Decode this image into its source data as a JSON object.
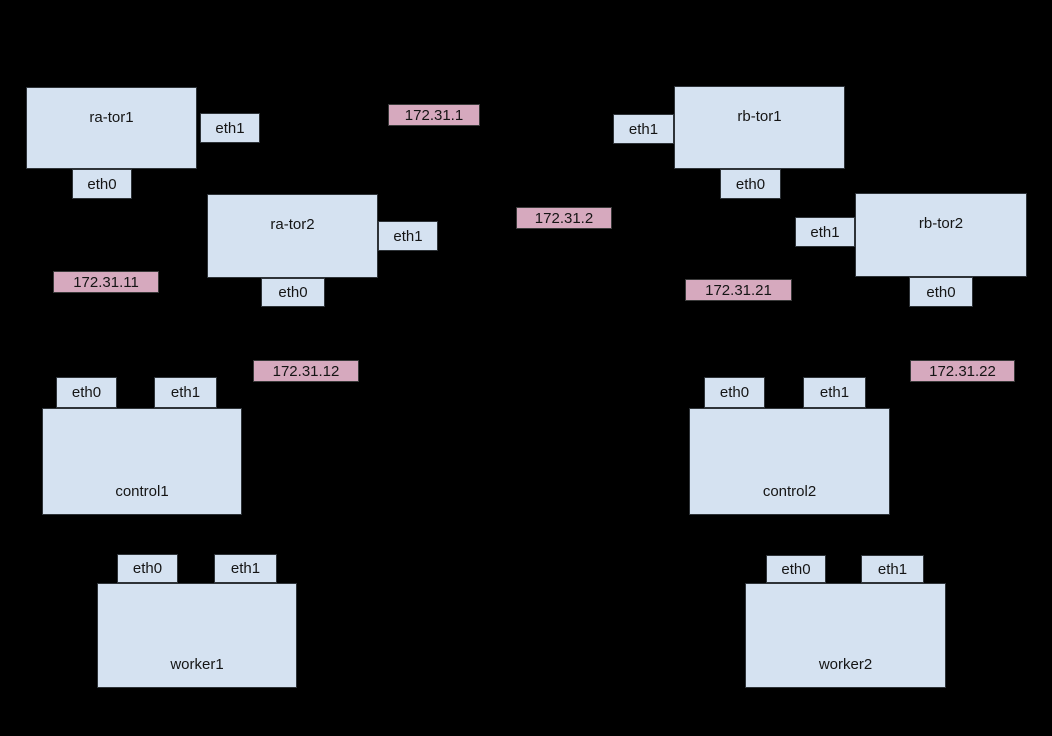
{
  "colors": {
    "background": "#000000",
    "node_fill": "#d5e2f1",
    "node_border": "#2e3338",
    "ip_fill": "#d6a9be",
    "ip_border": "#3a3a3a",
    "text": "#151515"
  },
  "interfaces": {
    "eth0": "eth0",
    "eth1": "eth1"
  },
  "nodes": {
    "ra_tor1": {
      "label": "ra-tor1"
    },
    "ra_tor2": {
      "label": "ra-tor2"
    },
    "rb_tor1": {
      "label": "rb-tor1"
    },
    "rb_tor2": {
      "label": "rb-tor2"
    },
    "control1": {
      "label": "control1"
    },
    "control2": {
      "label": "control2"
    },
    "worker1": {
      "label": "worker1"
    },
    "worker2": {
      "label": "worker2"
    }
  },
  "networks": {
    "tor1_uplink": "172.31.1",
    "tor2_uplink": "172.31.2",
    "rack_a_net1": "172.31.11",
    "rack_a_net2": "172.31.12",
    "rack_b_net1": "172.31.21",
    "rack_b_net2": "172.31.22"
  }
}
